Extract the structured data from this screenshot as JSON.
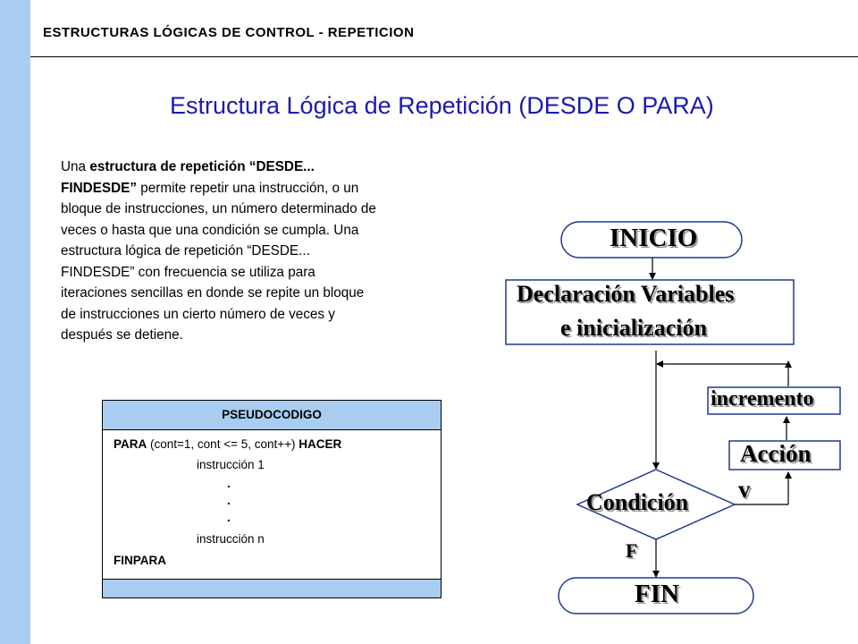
{
  "header": {
    "title": "ESTRUCTURAS LÓGICAS DE CONTROL - REPETICION"
  },
  "slide": {
    "title": "Estructura Lógica de Repetición (DESDE O PARA)"
  },
  "description": {
    "lines": [
      [
        {
          "t": "Una ",
          "b": false
        },
        {
          "t": "estructura de repetición “DESDE...",
          "b": true
        }
      ],
      [
        {
          "t": "FINDESDE”",
          "b": true
        },
        {
          "t": " permite repetir una instrucción, o un",
          "b": false
        }
      ],
      [
        {
          "t": "bloque de instrucciones, un número determinado de",
          "b": false
        }
      ],
      [
        {
          "t": "veces o hasta que una condición se cumpla. Una",
          "b": false
        }
      ],
      [
        {
          "t": "estructura lógica de repetición “DESDE...",
          "b": false
        }
      ],
      [
        {
          "t": "FINDESDE”  con frecuencia se utiliza para",
          "b": false
        }
      ],
      [
        {
          "t": "iteraciones sencillas en donde se repite un bloque",
          "b": false
        }
      ],
      [
        {
          "t": "de instrucciones un cierto número de veces y",
          "b": false
        }
      ],
      [
        {
          "t": "después se detiene.",
          "b": false
        }
      ]
    ]
  },
  "pseudocode": {
    "header": "PSEUDOCODIGO",
    "line1_kw_start": "PARA",
    "line1_middle": " (cont=1, cont <= 5, cont++) ",
    "line1_kw_end": "HACER",
    "instr_first": "instrucción 1",
    "dot": ".",
    "instr_last": "instrucción n",
    "end": "FINPARA"
  },
  "flowchart": {
    "start": "INICIO",
    "declaration_line1": "Declaración Variables",
    "declaration_line2": "e inicialización",
    "increment": "incremento",
    "action": "Acción",
    "condition": "Condición",
    "true_label": "v",
    "false_label": "F",
    "end": "FIN"
  },
  "colors": {
    "accent": "#a9cdf0",
    "title": "#1a1ab0",
    "flow_border": "#1f3a8a"
  }
}
